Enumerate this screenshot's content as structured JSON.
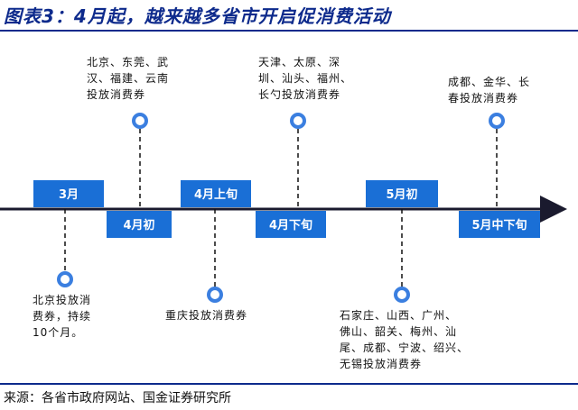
{
  "figure": {
    "title": "图表3：4月起，越来越多省市开启促消费活动",
    "source": "来源：各省市政府网站、国金证券研究所"
  },
  "timeline": {
    "periods": [
      {
        "label": "3月",
        "position": "above",
        "cities": "北京投放消\n费券，持续\n10个月。"
      },
      {
        "label": "4月初",
        "position": "below",
        "cities": "北京、东莞、武\n汉、福建、云南\n投放消费券"
      },
      {
        "label": "4月上旬",
        "position": "above",
        "cities": "重庆投放消费券"
      },
      {
        "label": "4月下旬",
        "position": "below",
        "cities": "天津、太原、深\n圳、汕头、福州、\n长勺投放消费券"
      },
      {
        "label": "5月初",
        "position": "above",
        "cities": "石家庄、山西、广州、\n佛山、韶关、梅州、汕\n尾、成都、宁波、绍兴、\n无锡投放消费券"
      },
      {
        "label": "5月中下旬",
        "position": "below",
        "cities": "成都、金华、长\n春投放消费券"
      }
    ]
  },
  "colors": {
    "title": "#0d2a8c",
    "box": "#1a6fd6",
    "axis": "#1a1a2e",
    "marker_ring": "#3b7fe0"
  }
}
